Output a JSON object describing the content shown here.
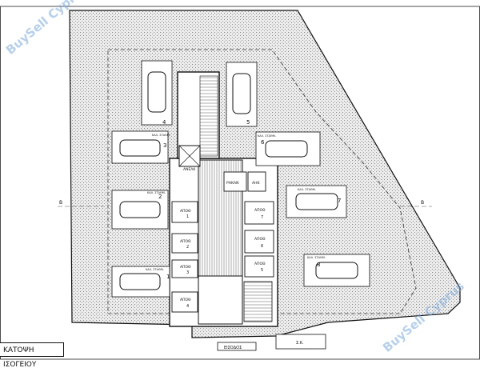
{
  "plan": {
    "title": "ΚΑΤΟΨΗ ΙΣΟΓΕΙΟΥ",
    "core": {
      "lift_label": "ΑΝΕΛΚ",
      "meter_label": "ΡΗΚΑΝ",
      "pump_label": "ΑΗΚ"
    },
    "stores": [
      {
        "label": "ΑΠΟΘ",
        "num": "1"
      },
      {
        "label": "ΑΠΟΘ",
        "num": "2"
      },
      {
        "label": "ΑΠΟΘ",
        "num": "3"
      },
      {
        "label": "ΑΠΟΘ",
        "num": "4"
      },
      {
        "label": "ΑΠΟΘ",
        "num": "5"
      },
      {
        "label": "ΑΠΟΘ",
        "num": "6"
      },
      {
        "label": "ΑΠΟΘ",
        "num": "7"
      }
    ],
    "parking_numbers": [
      "1",
      "2",
      "3",
      "4",
      "5",
      "6",
      "7",
      "8"
    ],
    "parking_tag": "ΚΑΛ. ΣΤΑΘΜ.",
    "entrance_label": "ΕΙΣΟΔΟΣ",
    "side_label": "Σ.Κ.",
    "section_mark": "Β",
    "watermark": "BuySell Cyprus"
  },
  "colors": {
    "line": "#111111",
    "hatch": "#bdbdbd",
    "watermark": "#7fb0dc"
  }
}
